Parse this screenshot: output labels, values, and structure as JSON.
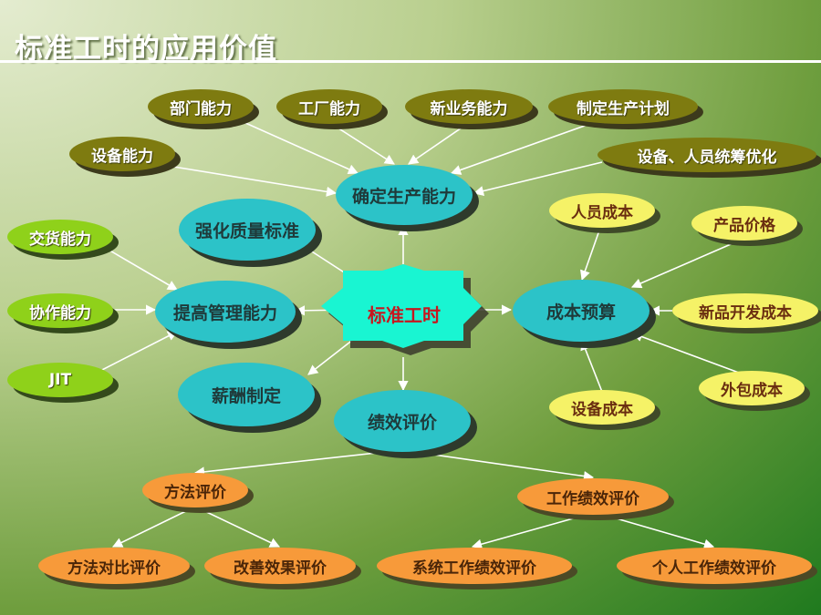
{
  "title": "标准工时的应用价值",
  "center": "标准工时",
  "capacity": {
    "main": "确定生产能力",
    "dept": "部门能力",
    "factory": "工厂能力",
    "newbiz": "新业务能力",
    "plan": "制定生产计划",
    "equip": "设备能力",
    "coord": "设备、人员统筹优化"
  },
  "quality": "强化质量标准",
  "management": {
    "main": "提高管理能力",
    "delivery": "交货能力",
    "collab": "协作能力",
    "jit": "JIT"
  },
  "salary": "薪酬制定",
  "performance": {
    "main": "绩效评价",
    "method": "方法评价",
    "method_compare": "方法对比评价",
    "improve": "改善效果评价",
    "work": "工作绩效评价",
    "system": "系统工作绩效评价",
    "personal": "个人工作绩效评价"
  },
  "cost": {
    "main": "成本预算",
    "staff": "人员成本",
    "price": "产品价格",
    "newproduct": "新品开发成本",
    "outsource": "外包成本",
    "equip": "设备成本"
  },
  "colors": {
    "olive": "#7e7b10",
    "teal": "#2cc3c8",
    "yellow": "#f5f267",
    "lime": "#8fd11a",
    "orange": "#f79a3a",
    "star": "#19f5d2",
    "center_text": "#c8161e"
  }
}
